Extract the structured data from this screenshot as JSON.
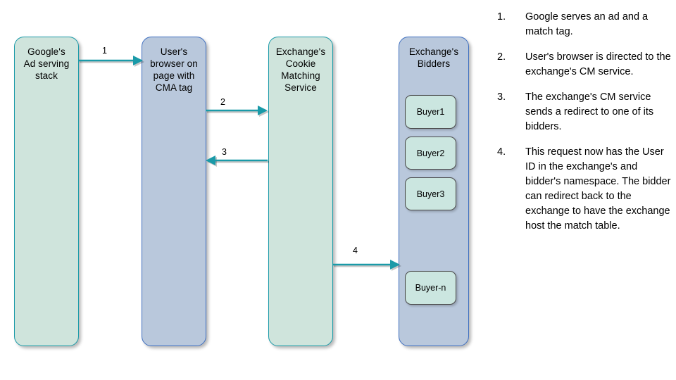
{
  "diagram": {
    "nodes": [
      {
        "id": "google-ad-serving-stack",
        "label": "Google's\nAd serving\nstack",
        "fill": "#cfe4dc",
        "stroke": "#1a9aa8"
      },
      {
        "id": "user-browser",
        "label": "User's\nbrowser on\npage with\nCMA tag",
        "fill": "#b9c8dc",
        "stroke": "#3f6fc0"
      },
      {
        "id": "exchange-cookie-matching-service",
        "label": "Exchange's\nCookie\nMatching\nService",
        "fill": "#cfe4dc",
        "stroke": "#1a9aa8"
      },
      {
        "id": "exchange-bidders",
        "label": "Exchange's\nBidders",
        "fill": "#b9c8dc",
        "stroke": "#3f6fc0"
      }
    ],
    "buyers": [
      {
        "id": "buyer1",
        "label": "Buyer1"
      },
      {
        "id": "buyer2",
        "label": "Buyer2"
      },
      {
        "id": "buyer3",
        "label": "Buyer3"
      },
      {
        "id": "buyer-n",
        "label": "Buyer-n"
      }
    ],
    "arrows": [
      {
        "id": "arrow-1",
        "number": "1",
        "from": "google-ad-serving-stack",
        "to": "user-browser",
        "direction": "right"
      },
      {
        "id": "arrow-2",
        "number": "2",
        "from": "user-browser",
        "to": "exchange-cookie-matching-service",
        "direction": "right"
      },
      {
        "id": "arrow-3",
        "number": "3",
        "from": "exchange-cookie-matching-service",
        "to": "user-browser",
        "direction": "left"
      },
      {
        "id": "arrow-4",
        "number": "4",
        "from": "exchange-cookie-matching-service",
        "to": "exchange-bidders",
        "direction": "right"
      }
    ],
    "arrow_color": "#1a9aa8"
  },
  "steps": [
    {
      "number": "1.",
      "text": "Google serves an ad and a match tag."
    },
    {
      "number": "2.",
      "text": "User's browser is directed to the exchange's CM service."
    },
    {
      "number": "3.",
      "text": "The exchange's CM service sends a redirect to one of its bidders."
    },
    {
      "number": "4.",
      "text": "This request now has the User ID in the exchange's and bidder's namespace. The bidder can redirect back to the exchange to have the exchange host the match table."
    }
  ]
}
